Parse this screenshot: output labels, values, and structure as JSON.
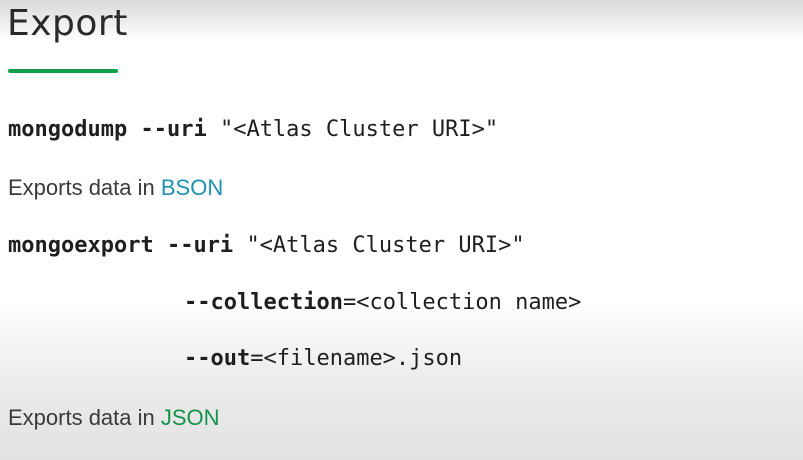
{
  "slide": {
    "title": "Export",
    "accent_color": "#13a04a"
  },
  "mongodump": {
    "command": "mongodump",
    "flag": "--uri",
    "argument": "\"<Atlas Cluster URI>\""
  },
  "bson_note": {
    "text": "Exports data in ",
    "format": "BSON",
    "format_color": "#1f8fb2"
  },
  "mongoexport": {
    "command": "mongoexport",
    "flag": "--uri",
    "argument": "\"<Atlas Cluster URI>\"",
    "collection_flag": "--collection",
    "collection_value": "=<collection name>",
    "out_flag": "--out",
    "out_value": "=<filename>.json"
  },
  "json_note": {
    "text": "Exports data in ",
    "format": "JSON",
    "format_color": "#15934a"
  }
}
